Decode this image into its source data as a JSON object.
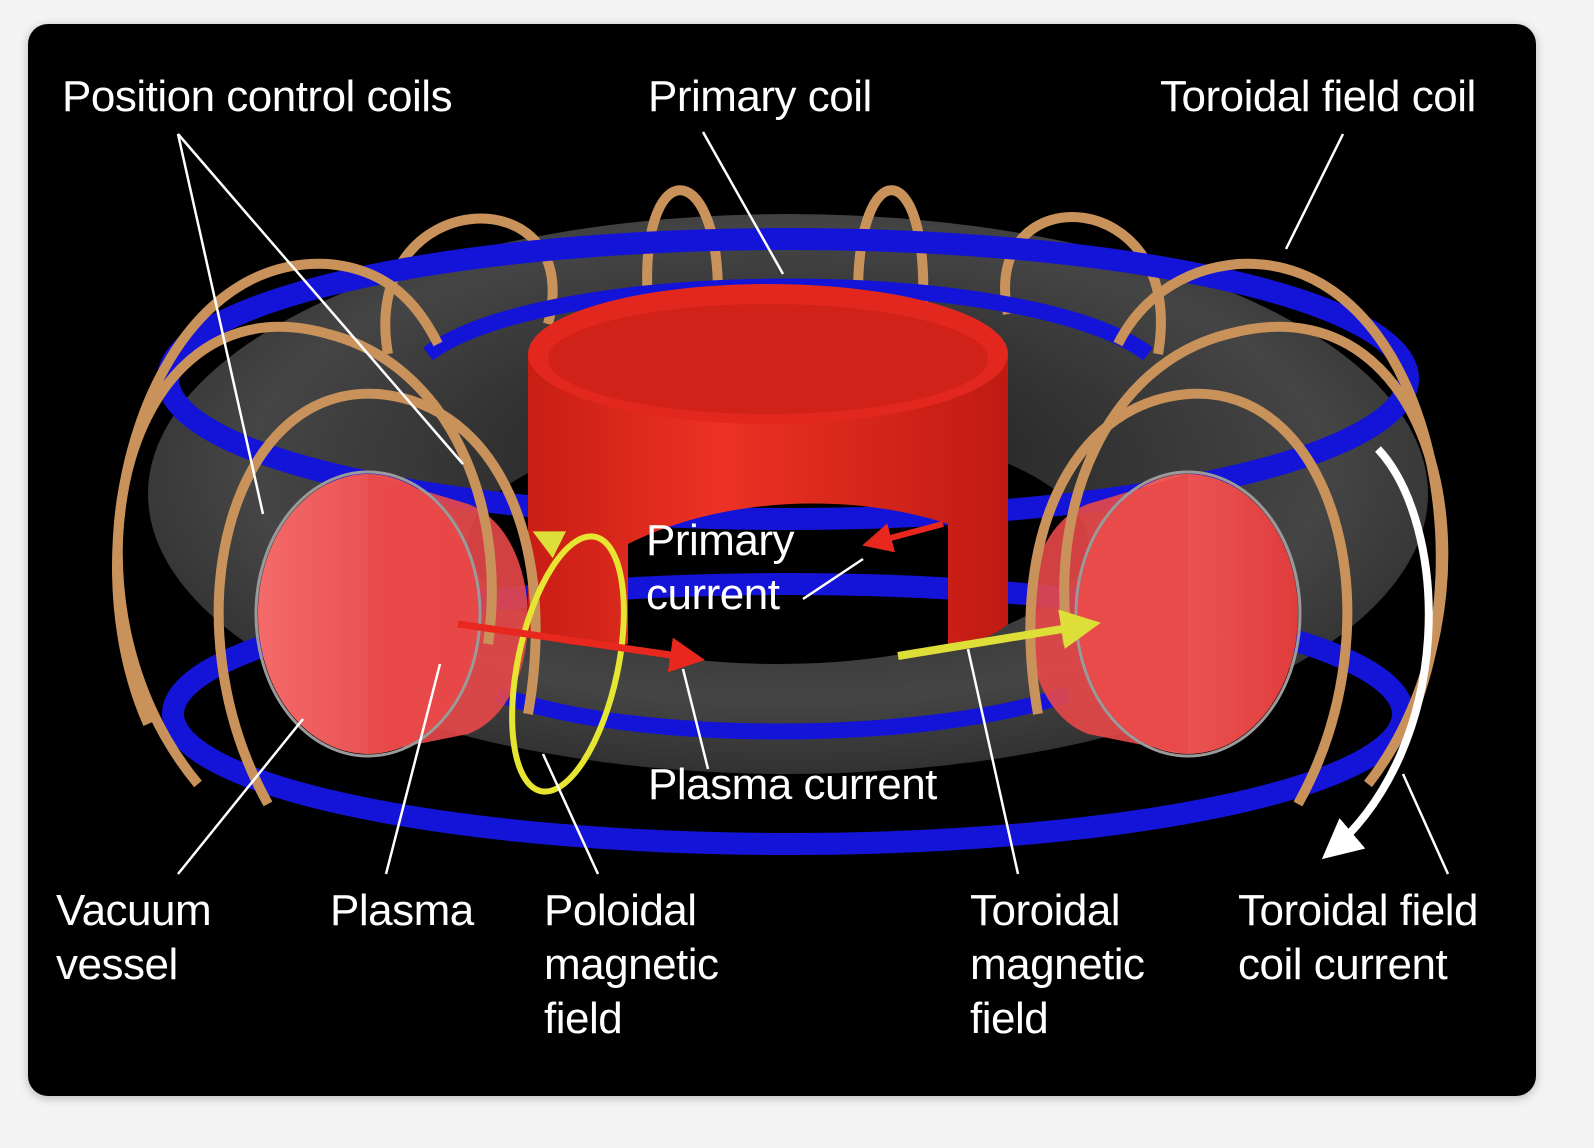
{
  "labels": {
    "position_control_coils": "Position control coils",
    "primary_coil": "Primary coil",
    "toroidal_field_coil": "Toroidal field coil",
    "primary_current": [
      "Primary",
      "current"
    ],
    "plasma_current": "Plasma current",
    "vacuum_vessel": [
      "Vacuum",
      "vessel"
    ],
    "plasma": "Plasma",
    "poloidal_magnetic_field": [
      "Poloidal",
      "magnetic",
      "field"
    ],
    "toroidal_magnetic_field": [
      "Toroidal",
      "magnetic",
      "field"
    ],
    "toroidal_field_coil_current": [
      "Toroidal field",
      "coil current"
    ]
  },
  "colors": {
    "background": "#000000",
    "vessel": "#3a3a3a",
    "position_coil": "#1414d8",
    "primary_coil": "#e8281e",
    "plasma": "#f05050",
    "tf_coil": "#c8925a",
    "poloidal_field": "#e6e632",
    "leader_line": "#ffffff"
  }
}
